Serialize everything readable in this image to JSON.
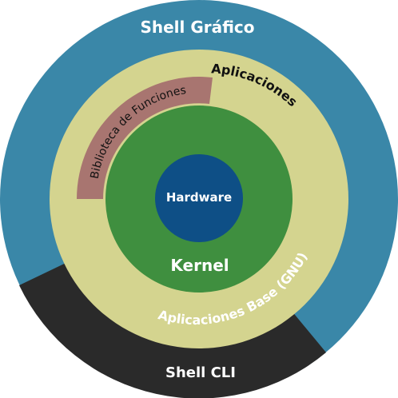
{
  "layers": {
    "graphical_shell": {
      "label": "Shell Gráfico"
    },
    "cli_shell": {
      "label": "Shell CLI"
    },
    "applications": {
      "label": "Aplicaciones"
    },
    "function_library": {
      "label": "Biblioteca de Funciones"
    },
    "base_applications": {
      "label": "Aplicaciones Base (GNU)"
    },
    "kernel": {
      "label": "Kernel"
    },
    "hardware": {
      "label": "Hardware"
    }
  },
  "colors": {
    "graphical_shell": "#3a87a8",
    "cli_shell": "#2a2a2a",
    "applications": "#d4d48f",
    "function_library": "#a87570",
    "kernel": "#3f8f3f",
    "hardware": "#0e4f86",
    "light_text": "#ffffff",
    "dark_text": "#111111"
  }
}
